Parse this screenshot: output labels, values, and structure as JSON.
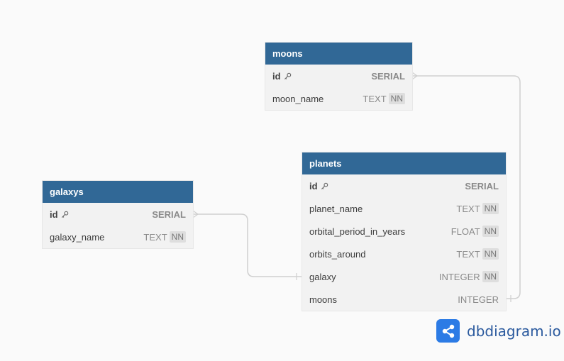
{
  "tables": {
    "moons": {
      "title": "moons",
      "rows": [
        {
          "name": "id",
          "type": "SERIAL"
        },
        {
          "name": "moon_name",
          "type": "TEXT",
          "nn": "NN"
        }
      ]
    },
    "planets": {
      "title": "planets",
      "rows": [
        {
          "name": "id",
          "type": "SERIAL"
        },
        {
          "name": "planet_name",
          "type": "TEXT",
          "nn": "NN"
        },
        {
          "name": "orbital_period_in_years",
          "type": "FLOAT",
          "nn": "NN"
        },
        {
          "name": "orbits_around",
          "type": "TEXT",
          "nn": "NN"
        },
        {
          "name": "galaxy",
          "type": "INTEGER",
          "nn": "NN"
        },
        {
          "name": "moons",
          "type": "INTEGER"
        }
      ]
    },
    "galaxys": {
      "title": "galaxys",
      "rows": [
        {
          "name": "id",
          "type": "SERIAL"
        },
        {
          "name": "galaxy_name",
          "type": "TEXT",
          "nn": "NN"
        }
      ]
    }
  },
  "icons": {
    "primary_key": "key-icon",
    "brand": "share-nodes-icon"
  },
  "colors": {
    "header": "#316896",
    "table_bg": "#f2f2f2",
    "link": "#cfcfcf",
    "brand": "#2c7be5"
  },
  "brand": {
    "text": "dbdiagram.io"
  }
}
